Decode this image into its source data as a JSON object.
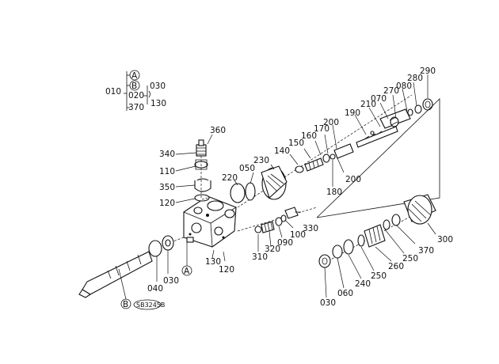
{
  "legend": {
    "root": "010",
    "circle_a": "A",
    "circle_b": "B",
    "mid": "020",
    "right_top": "030",
    "tilde": "}",
    "right_bot": "130",
    "bottom": "370"
  },
  "circle_markers": {
    "a": "A",
    "b": "B"
  },
  "labels": {
    "l360": "360",
    "l340": "340",
    "l110": "110",
    "l350": "350",
    "l120a": "120",
    "l220": "220",
    "l050": "050",
    "l230": "230",
    "l140": "140",
    "l150": "150",
    "l160": "160",
    "l170": "170",
    "l200a": "200",
    "l190": "190",
    "l210": "210",
    "l070": "070",
    "l080": "080",
    "l270": "270",
    "l280": "280",
    "l290": "290",
    "l200b": "200",
    "l180": "180",
    "l330": "330",
    "l100": "100",
    "l090": "090",
    "l320": "320",
    "l310": "310",
    "l130": "130",
    "l120b": "120",
    "l040": "040",
    "l030a": "030",
    "l300": "300",
    "l370": "370",
    "l250": "250",
    "l260": "260",
    "l250b": "250",
    "l240": "240",
    "l060": "060",
    "l030b": "030"
  },
  "stamp": "SB3245B"
}
